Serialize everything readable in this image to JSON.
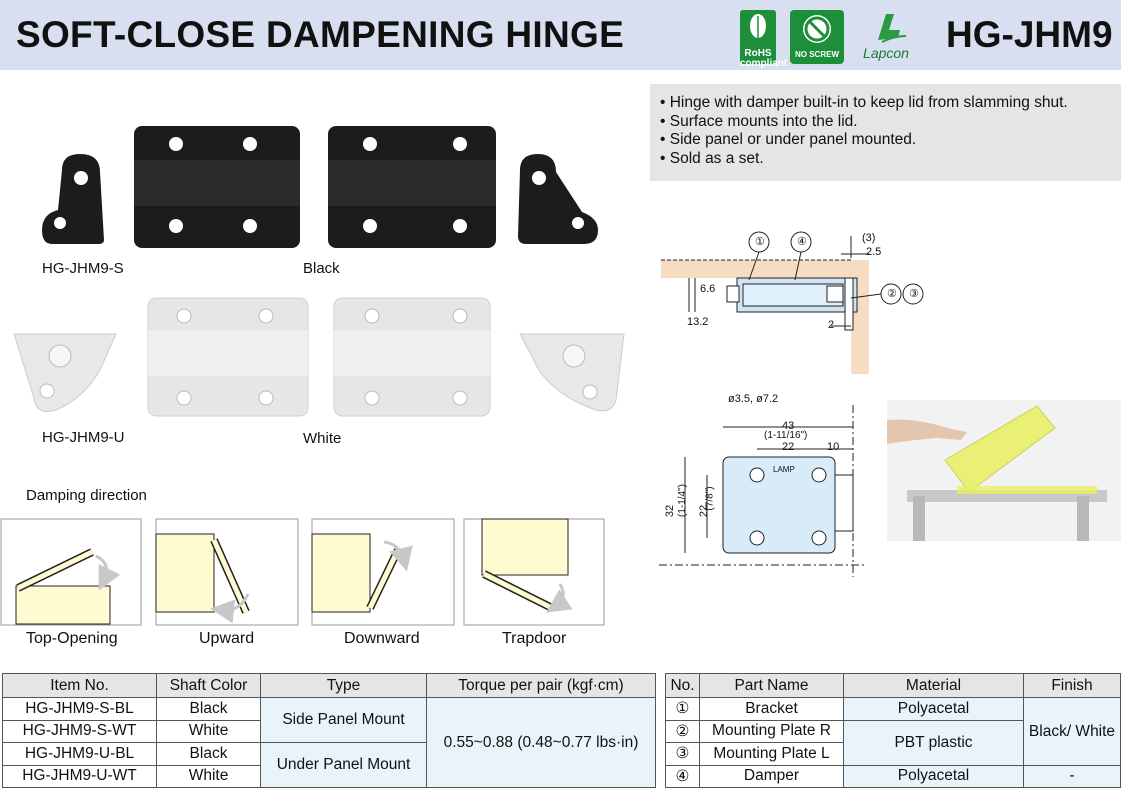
{
  "header": {
    "title": "SOFT-CLOSE DAMPENING HINGE",
    "model": "HG-JHM9",
    "logos": [
      {
        "icon": "rohs-compliant-icon",
        "text": "RoHS compliant"
      },
      {
        "icon": "no-screw-icon",
        "text": "NO SCREW"
      },
      {
        "icon": "lapcon-logo",
        "text": "Lapcon"
      }
    ]
  },
  "features": [
    "Hinge with damper built-in to keep lid from slamming shut.",
    "Surface mounts into the lid.",
    "Side panel or under panel mounted.",
    "Sold as a set."
  ],
  "products": {
    "s_label": "HG-JHM9-S",
    "u_label": "HG-JHM9-U",
    "black_label": "Black",
    "white_label": "White",
    "colors": {
      "black": "#1c1c1c",
      "white": "#e6e6e6"
    }
  },
  "damping": {
    "heading": "Damping direction",
    "panel_color": "#fffbd0",
    "items": [
      "Top-Opening",
      "Upward",
      "Downward",
      "Trapdoor"
    ]
  },
  "drawing": {
    "callouts": [
      "①",
      "④",
      "②",
      "③"
    ],
    "dims_side": [
      "(3)",
      "2.5",
      "6.6",
      "13.2",
      "2"
    ],
    "dims_front": [
      "ø3.5,  ø7.2",
      "43",
      "(1-11/16\")",
      "22",
      "10",
      "32",
      "(1-1/4\")",
      "22",
      "(7/8\")"
    ],
    "part_marking": "LAMP"
  },
  "spec_table": {
    "headers": [
      "Item No.",
      "Shaft Color",
      "Type",
      "Torque per pair (kgf·cm)"
    ],
    "rows": [
      {
        "item": "HG-JHM9-S-BL",
        "color": "Black"
      },
      {
        "item": "HG-JHM9-S-WT",
        "color": "White"
      },
      {
        "item": "HG-JHM9-U-BL",
        "color": "Black"
      },
      {
        "item": "HG-JHM9-U-WT",
        "color": "White"
      }
    ],
    "type_side": "Side Panel Mount",
    "type_under": "Under Panel Mount",
    "torque": "0.55~0.88 (0.48~0.77 lbs·in)"
  },
  "parts_table": {
    "headers": [
      "No.",
      "Part Name",
      "Material",
      "Finish"
    ],
    "rows": [
      {
        "no": "①",
        "name": "Bracket"
      },
      {
        "no": "②",
        "name": "Mounting Plate R"
      },
      {
        "no": "③",
        "name": "Mounting Plate L"
      },
      {
        "no": "④",
        "name": "Damper"
      }
    ],
    "material_1": "Polyacetal",
    "material_23": "PBT plastic",
    "material_4": "Polyacetal",
    "finish_123": "Black/ White",
    "finish_4": "-"
  }
}
